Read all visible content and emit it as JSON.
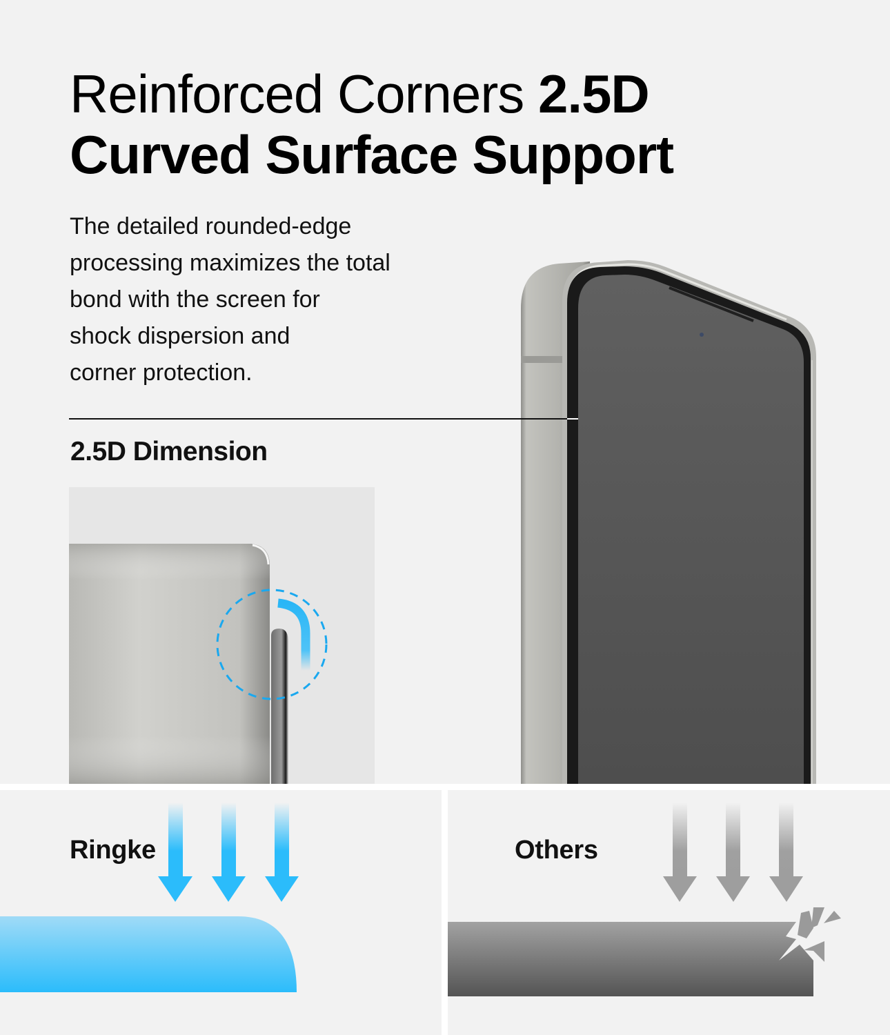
{
  "headline": {
    "light": "Reinforced Corners ",
    "bold_1": "2.5D",
    "bold_2": "Curved Surface Support"
  },
  "description": {
    "lines": [
      "The detailed rounded-edge",
      "processing maximizes the total",
      "bond with the screen for",
      "shock dispersion and",
      "corner protection."
    ]
  },
  "dimension_section": {
    "title": "2.5D Dimension",
    "illustration": "2.5d-edge-closeup",
    "highlight_color": "#29b6f6"
  },
  "comparison": {
    "ringke": {
      "label": "Ringke",
      "arrow_count": 3,
      "arrow_color": "#2bbcfb",
      "surface_color_top": "#9dd9f6",
      "surface_color_bottom": "#2bbcfb",
      "edge": "rounded"
    },
    "others": {
      "label": "Others",
      "arrow_count": 3,
      "arrow_color": "#9e9e9e",
      "surface_color_top": "#a0a0a0",
      "surface_color_bottom": "#545454",
      "edge": "cracked",
      "icon": "crack-icon"
    }
  },
  "colors": {
    "background": "#f2f2f2",
    "divider": "#ffffff",
    "phone_screen": "#505050",
    "phone_frame": "#b9b9b4"
  }
}
